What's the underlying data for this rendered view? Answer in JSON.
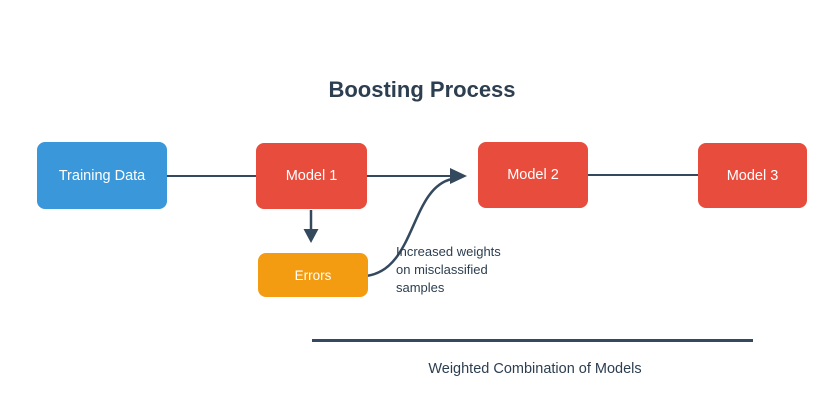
{
  "diagram": {
    "title": "Boosting Process",
    "nodes": [
      {
        "id": "training-data",
        "label": "Training Data",
        "color": "#3a97da"
      },
      {
        "id": "model-1",
        "label": "Model 1",
        "color": "#e74c3c"
      },
      {
        "id": "model-2",
        "label": "Model 2",
        "color": "#e74c3c"
      },
      {
        "id": "model-3",
        "label": "Model 3",
        "color": "#e74c3c"
      },
      {
        "id": "errors",
        "label": "Errors",
        "color": "#f39c12"
      }
    ],
    "edges": [
      {
        "from": "training-data",
        "to": "model-1",
        "style": "plain-line"
      },
      {
        "from": "model-1",
        "to": "model-2",
        "style": "arrow"
      },
      {
        "from": "model-2",
        "to": "model-3",
        "style": "plain-line"
      },
      {
        "from": "model-1",
        "to": "errors",
        "style": "arrow"
      },
      {
        "from": "errors",
        "to": "model-2",
        "style": "curved-arrow"
      }
    ],
    "annotations": {
      "edge_note": "Increased weights on misclassified samples",
      "footer_label": "Weighted Combination of Models"
    },
    "colors": {
      "node_training": "#3a97da",
      "node_model": "#e74c3c",
      "node_errors": "#f39c12",
      "connector": "#34495e",
      "text": "#2c3e50",
      "background": "#ffffff"
    }
  }
}
